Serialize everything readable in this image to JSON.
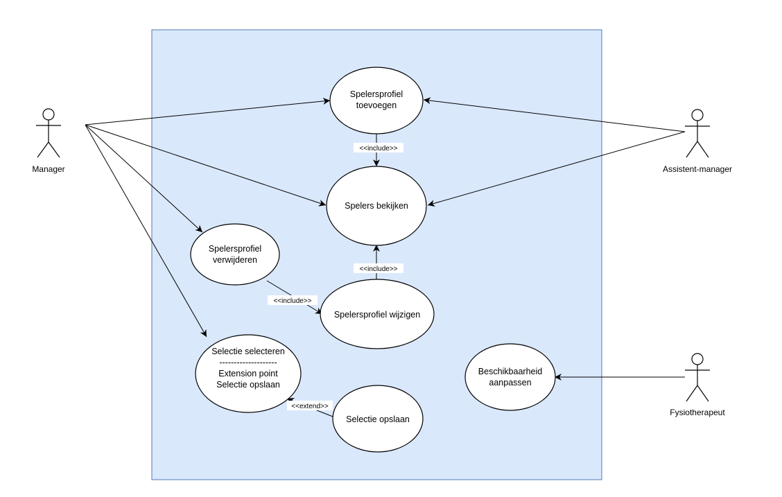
{
  "colors": {
    "system_fill": "#dae8fc",
    "system_stroke": "#6c8ebf",
    "line": "#000000",
    "usecase_fill": "#ffffff"
  },
  "actors": {
    "manager": "Manager",
    "assistant": "Assistent-manager",
    "physio": "Fysiotherapeut"
  },
  "usecases": {
    "toevoegen": [
      "Spelersprofiel",
      "toevoegen"
    ],
    "bekijken": [
      "Spelers bekijken"
    ],
    "verwijderen": [
      "Spelersprofiel",
      "verwijderen"
    ],
    "wijzigen": [
      "Spelersprofiel wijzigen"
    ],
    "selecteren": [
      "Selectie selecteren",
      "--------------------",
      "Extension point",
      "Selectie opslaan"
    ],
    "opslaan": [
      "Selectie opslaan"
    ],
    "beschikbaarheid": [
      "Beschikbaarheid",
      "aanpassen"
    ]
  },
  "stereotypes": {
    "include": "<<include>>",
    "extend": "<<extend>>"
  }
}
